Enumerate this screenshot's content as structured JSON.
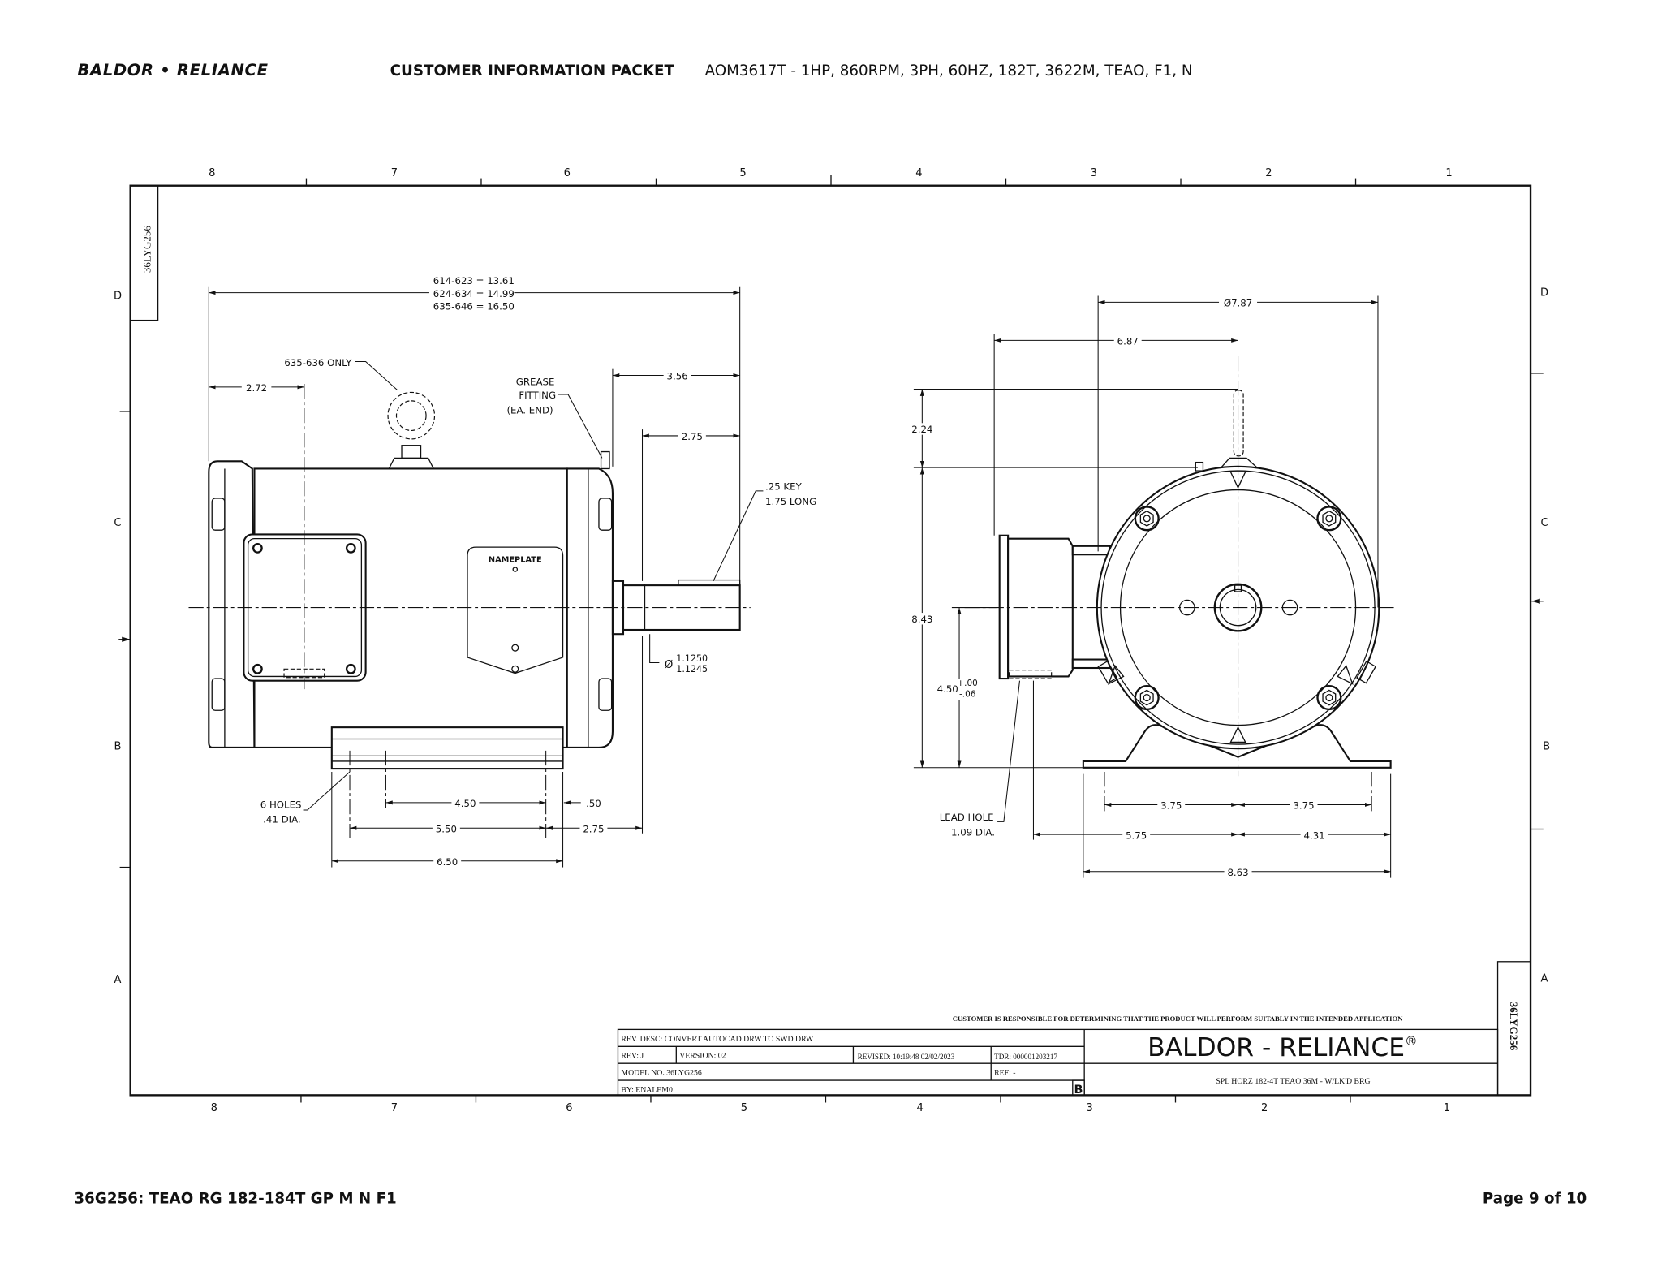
{
  "header": {
    "brand_logo": "BALDOR • RELIANCE",
    "packet_title": "CUSTOMER INFORMATION PACKET",
    "model_summary": "AOM3617T - 1HP, 860RPM, 3PH, 60HZ, 182T, 3622M, TEAO, F1, N"
  },
  "frame": {
    "zone_columns": [
      "8",
      "7",
      "6",
      "5",
      "4",
      "3",
      "2",
      "1"
    ],
    "zone_rows": [
      "D",
      "C",
      "B",
      "A"
    ],
    "drawing_id_top": "36LYG256",
    "drawing_id_bottom": "36LYG256"
  },
  "side_view": {
    "overall_length": [
      "614-623 = 13.61",
      "624-634 = 14.99",
      "635-646 = 16.50"
    ],
    "eyebolt_note": "635-636 ONLY",
    "dim_2_72": "2.72",
    "grease_note": [
      "GREASE",
      "FITTING",
      "(EA. END)"
    ],
    "dim_3_56": "3.56",
    "dim_2_75_top": "2.75",
    "key_note": [
      ".25 KEY",
      "1.75 LONG"
    ],
    "nameplate_label": "NAMEPLATE",
    "shaft_dia_symbol": "Ø",
    "shaft_dia": [
      "1.1250",
      "1.1245"
    ],
    "holes_note": [
      "6 HOLES",
      ".41 DIA."
    ],
    "dim_4_50": "4.50",
    "dim_0_50": ".50",
    "dim_5_50": "5.50",
    "dim_2_75_bottom": "2.75",
    "dim_6_50": "6.50"
  },
  "end_view": {
    "dim_dia_7_87": "Ø7.87",
    "dim_6_87": "6.87",
    "dim_2_24": "2.24",
    "dim_8_43": "8.43",
    "dim_4_50": "4.50",
    "dim_4_50_tol_plus": "+.00",
    "dim_4_50_tol_minus": "-.06",
    "lead_hole_note": [
      "LEAD HOLE",
      "1.09 DIA."
    ],
    "dim_3_75_left": "3.75",
    "dim_3_75_right": "3.75",
    "dim_5_75": "5.75",
    "dim_4_31": "4.31",
    "dim_8_63": "8.63"
  },
  "title_block": {
    "disclaimer": "CUSTOMER IS RESPONSIBLE FOR DETERMINING THAT THE PRODUCT WILL PERFORM SUITABLY IN THE INTENDED APPLICATION",
    "rev_desc": "REV. DESC: CONVERT AUTOCAD DRW TO SWD DRW",
    "rev": "REV:  J",
    "version": "VERSION:  02",
    "revised": "REVISED:  10:19:48 02/02/2023",
    "tdr": "TDR:  000001203217",
    "model_no": "MODEL NO.  36LYG256",
    "ref": "REF:  -",
    "by": "BY: ENALEM0",
    "size": "B",
    "brand": "BALDOR - RELIANCE",
    "brand_reg": "®",
    "description": "SPL HORZ 182-4T TEAO 36M - W/LK'D BRG"
  },
  "footer": {
    "document_title": "36G256: TEAO RG 182-184T GP M N F1",
    "page": "Page 9 of 10"
  }
}
